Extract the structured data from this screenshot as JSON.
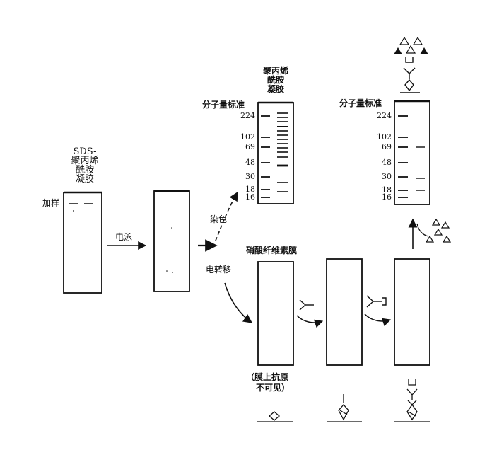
{
  "sds_gel": {
    "title": [
      "SDS-",
      "聚丙烯",
      "酰胺",
      "凝胶"
    ],
    "load_label": "加样"
  },
  "step_electrophoresis": {
    "label": "电泳"
  },
  "stain_branch": {
    "label": "染色",
    "gel_title": [
      "聚丙烯",
      "酰胺",
      "凝胶"
    ],
    "marker_title": "分子量标准",
    "ticks": [
      "224",
      "102",
      "69",
      "48",
      "30",
      "18",
      "16"
    ]
  },
  "transfer_branch": {
    "label": "电转移",
    "membrane_title": "硝酸纤维素膜",
    "invisible_note": [
      "（膜上抗原",
      "不可见）"
    ]
  },
  "result_blot": {
    "marker_title": "分子量标准",
    "ticks": [
      "224",
      "102",
      "69",
      "48",
      "30",
      "18",
      "16"
    ]
  },
  "colors": {
    "ink": "#111111",
    "paper": "#ffffff"
  },
  "icons": [
    "primary-antibody-icon",
    "secondary-antibody-enzyme-icon",
    "substrate-triangles-icon",
    "colored-product-triangles-icon",
    "antigen-icon"
  ]
}
